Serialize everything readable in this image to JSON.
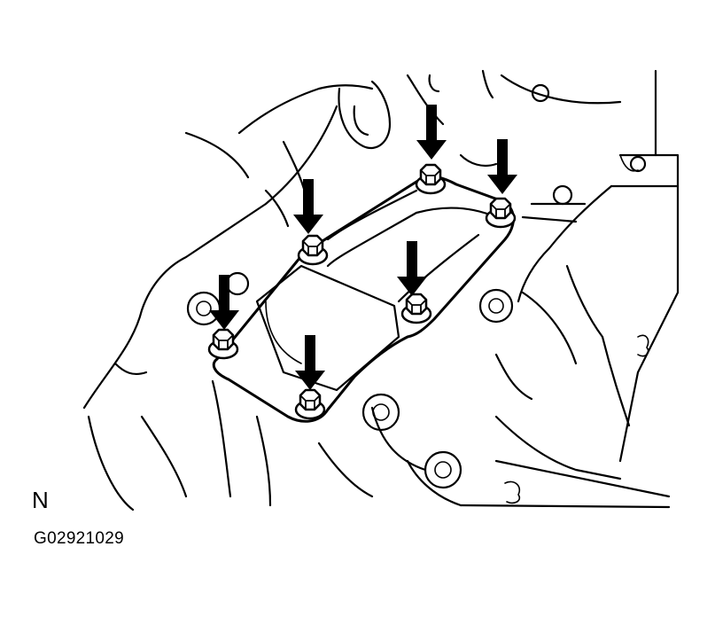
{
  "figure": {
    "orientation_label": "N",
    "figure_id": "G02921029"
  },
  "bolts": [
    {
      "name": "bolt-top-center"
    },
    {
      "name": "bolt-top-right"
    },
    {
      "name": "bolt-upper-left"
    },
    {
      "name": "bolt-center"
    },
    {
      "name": "bolt-left"
    },
    {
      "name": "bolt-bottom"
    }
  ],
  "arrows": [
    {
      "name": "arrow-top-center"
    },
    {
      "name": "arrow-top-right"
    },
    {
      "name": "arrow-upper-left"
    },
    {
      "name": "arrow-center"
    },
    {
      "name": "arrow-left"
    },
    {
      "name": "arrow-bottom"
    }
  ],
  "colors": {
    "ink": "#000000",
    "background": "#ffffff"
  }
}
